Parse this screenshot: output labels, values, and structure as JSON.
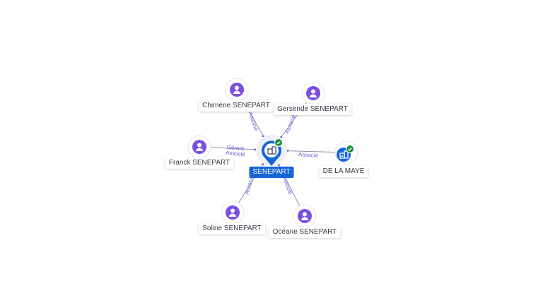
{
  "colors": {
    "person": "#7b4fe0",
    "company": "#1565d8",
    "active": "#1a8f3c",
    "edge": "#8a92a6",
    "edge_label": "#6a5ae0"
  },
  "icons": {
    "person": "person-icon",
    "company": "building-icon",
    "verified": "check-badge-icon"
  },
  "center": {
    "label": "SENEPART"
  },
  "nodes": [
    {
      "id": "chimene",
      "label": "Chimène SENEPART",
      "kind": "person"
    },
    {
      "id": "gersende",
      "label": "Gersende SENEPART",
      "kind": "person"
    },
    {
      "id": "franck",
      "label": "Franck SENEPART",
      "kind": "person"
    },
    {
      "id": "delamaye",
      "label": "DE LA MAYE",
      "kind": "company"
    },
    {
      "id": "soline",
      "label": "Soline SENEPART",
      "kind": "person"
    },
    {
      "id": "oceane",
      "label": "Océane SENEPART",
      "kind": "person"
    }
  ],
  "edges": [
    {
      "from": "chimene",
      "labels": [
        "Associé"
      ]
    },
    {
      "from": "gersende",
      "labels": [
        "Associé"
      ]
    },
    {
      "from": "franck",
      "labels": [
        "Gérant",
        "Associé"
      ]
    },
    {
      "from": "delamaye",
      "labels": [
        "Associé"
      ]
    },
    {
      "from": "soline",
      "labels": [
        "Associé"
      ]
    },
    {
      "from": "oceane",
      "labels": [
        "Associé"
      ]
    }
  ]
}
